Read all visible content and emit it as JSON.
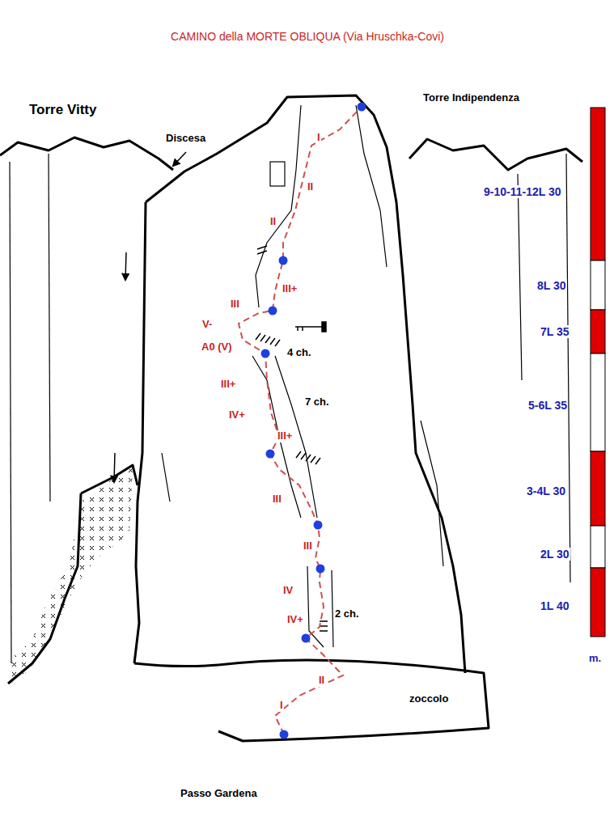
{
  "diagram": {
    "title": "CAMINO della MORTE OBLIQUA (Via Hruschka-Covi)",
    "labels": [
      "Torre Vitty",
      "Discesa",
      "Torre Indipendenza",
      "9-10-11-12L 30",
      "8L 30",
      "7L 35",
      "5-6L 35",
      "3-4L 30",
      "2L 30",
      "1L 40",
      "m.",
      "I",
      "II",
      "II",
      "III+",
      "III",
      "V-",
      "A0 (V)",
      "4 ch.",
      "III+",
      "IV+",
      "7 ch.",
      "III+",
      "III",
      "III",
      "IV",
      "IV+",
      "2 ch.",
      "II",
      "I",
      "zoccolo",
      "Passo Gardena"
    ]
  }
}
